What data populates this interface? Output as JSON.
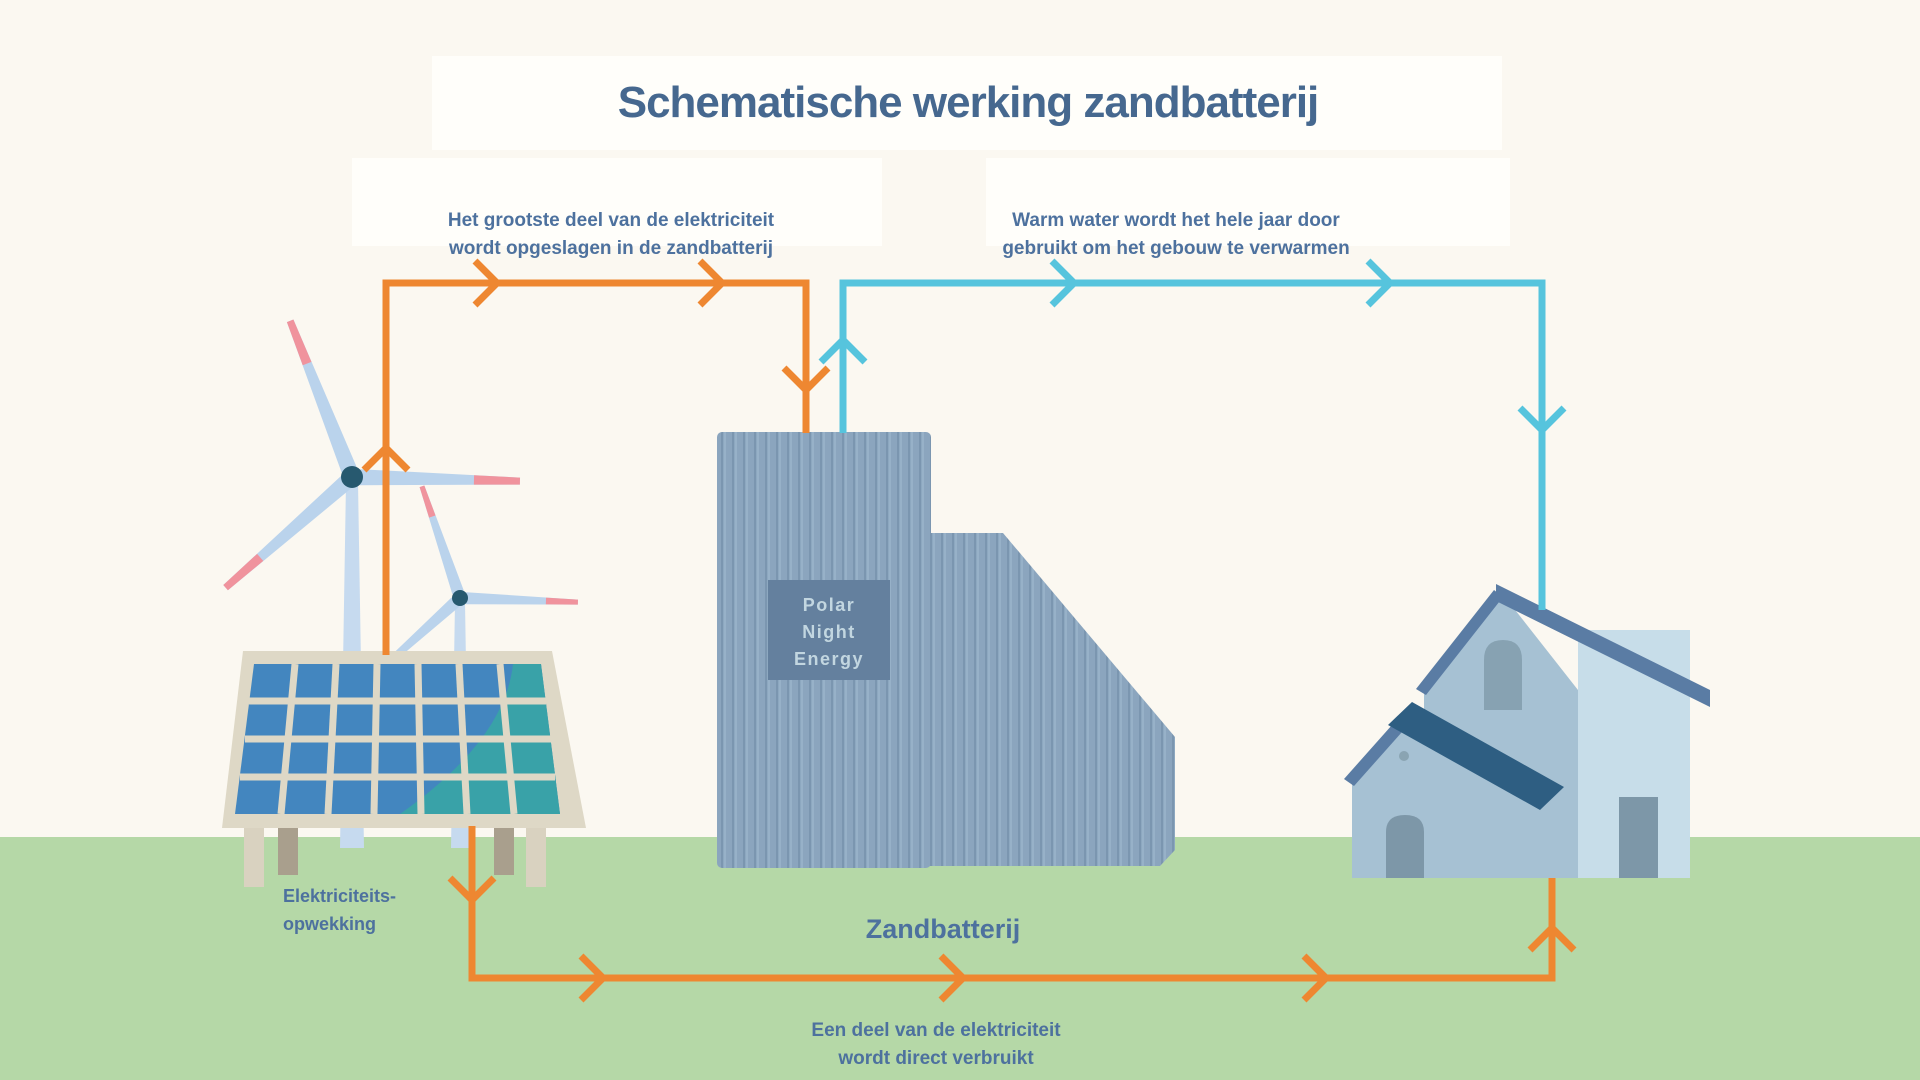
{
  "title": "Schematische werking zandbatterij",
  "colors": {
    "background": "#fbf8f1",
    "ground_green": "#b5d8a7",
    "electricity_orange": "#ee8731",
    "warm_water_cyan": "#56c4dd",
    "text_blue": "#4d719e",
    "battery_building_blue": "#8ba5be",
    "sign_blue": "#64809e",
    "house_roof_slate": "#5a7ca4",
    "solar_cell_blue": "#4386bf",
    "solar_cell_teal": "#39a2a8"
  },
  "annotations": {
    "stored": {
      "line1": "Het grootste deel van de elektriciteit",
      "line2": "wordt opgeslagen in de zandbatterij"
    },
    "warm_water": {
      "line1": "Warm water wordt het hele jaar door",
      "line2": "gebruikt om het gebouw te verwarmen"
    },
    "direct_use": {
      "line1": "Een deel van de elektriciteit",
      "line2": "wordt direct verbruikt"
    }
  },
  "labels": {
    "generation": {
      "line1": "Elektriciteits-",
      "line2": "opwekking"
    },
    "battery": "Zandbatterij",
    "building_sign": {
      "line1": "Polar",
      "line2": "Night",
      "line3": "Energy"
    }
  }
}
